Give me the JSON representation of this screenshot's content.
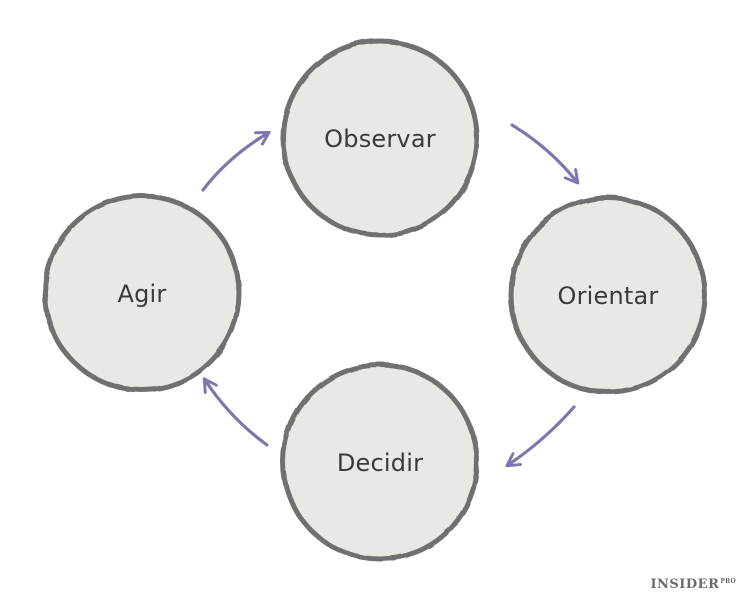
{
  "nodes": [
    {
      "id": "observar",
      "label": "Observar"
    },
    {
      "id": "orientar",
      "label": "Orientar"
    },
    {
      "id": "decidir",
      "label": "Decidir"
    },
    {
      "id": "agir",
      "label": "Agir"
    }
  ],
  "edges": [
    {
      "from": "agir",
      "to": "observar"
    },
    {
      "from": "observar",
      "to": "orientar"
    },
    {
      "from": "orientar",
      "to": "decidir"
    },
    {
      "from": "decidir",
      "to": "agir"
    }
  ],
  "colors": {
    "circle_fill": "#e8e8e4",
    "circle_stroke": "#6f706f",
    "arrow": "#8275ad",
    "label": "#3a3a3a"
  },
  "logo": {
    "main": "INSIDER",
    "sup": "PRO"
  }
}
